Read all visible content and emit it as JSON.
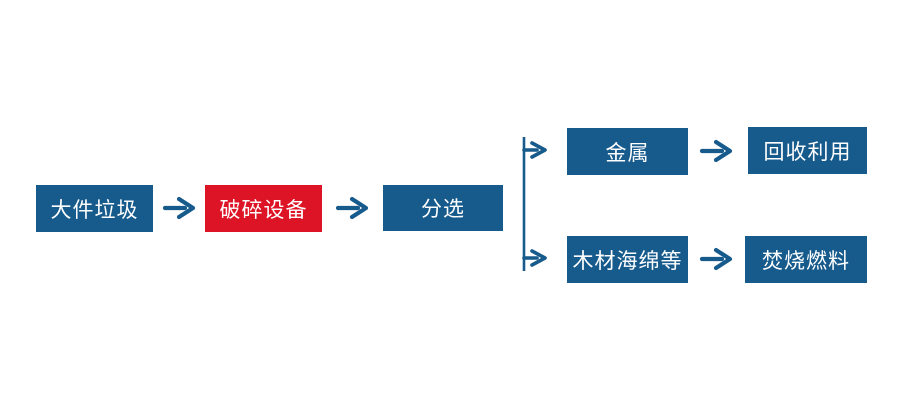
{
  "colors": {
    "node_blue": "#175a8c",
    "node_red": "#dd1326",
    "arrow_blue": "#175a8c",
    "node_text": "#ffffff",
    "background": "#ffffff"
  },
  "diagram": {
    "type": "flowchart",
    "nodes": [
      {
        "id": "bulky-waste",
        "label": "大件垃圾",
        "color": "blue"
      },
      {
        "id": "crushing-equipment",
        "label": "破碎设备",
        "color": "red"
      },
      {
        "id": "sorting",
        "label": "分选",
        "color": "blue"
      },
      {
        "id": "metal",
        "label": "金属",
        "color": "blue"
      },
      {
        "id": "recycling",
        "label": "回收利用",
        "color": "blue"
      },
      {
        "id": "wood-sponge-etc",
        "label": "木材海绵等",
        "color": "blue"
      },
      {
        "id": "incineration-fuel",
        "label": "焚烧燃料",
        "color": "blue"
      }
    ],
    "edges": [
      {
        "from": "bulky-waste",
        "to": "crushing-equipment"
      },
      {
        "from": "crushing-equipment",
        "to": "sorting"
      },
      {
        "from": "sorting",
        "to": "metal"
      },
      {
        "from": "sorting",
        "to": "wood-sponge-etc"
      },
      {
        "from": "metal",
        "to": "recycling"
      },
      {
        "from": "wood-sponge-etc",
        "to": "incineration-fuel"
      }
    ]
  }
}
